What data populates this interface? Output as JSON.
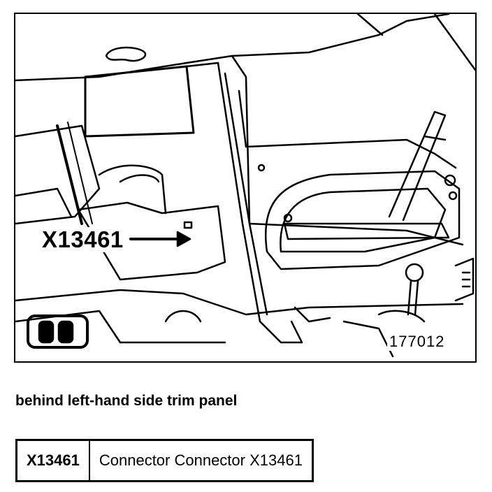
{
  "figure": {
    "callout_label": "X13461",
    "figure_number": "177012"
  },
  "caption": "behind left-hand side trim panel",
  "legend": [
    {
      "code": "X13461",
      "description": "Connector Connector X13461"
    }
  ]
}
